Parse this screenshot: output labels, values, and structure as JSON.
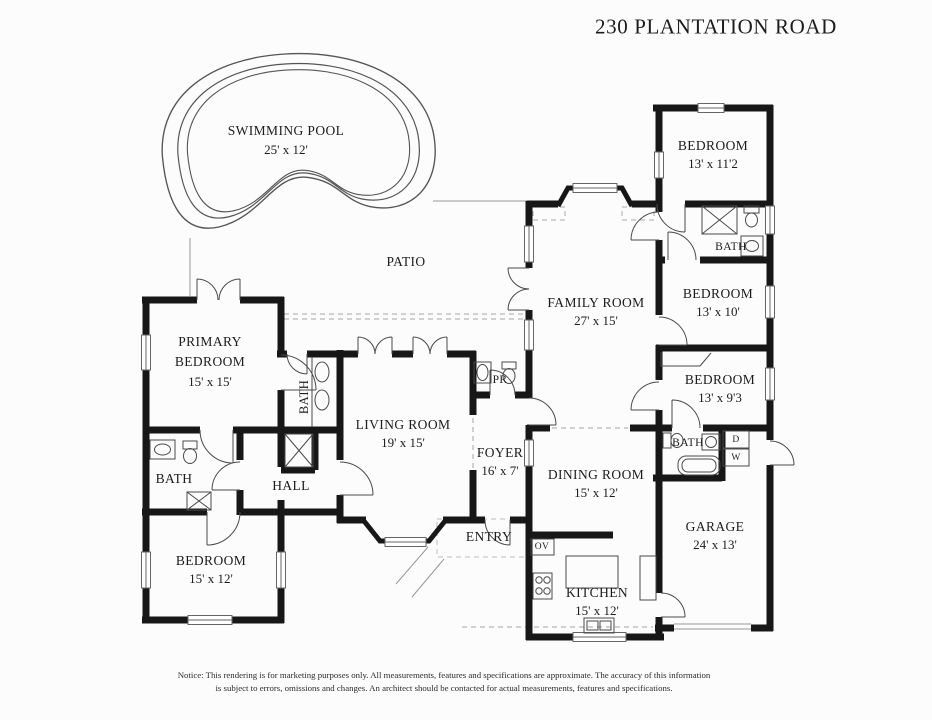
{
  "title": "230 PLANTATION ROAD",
  "rooms": {
    "swimming_pool": {
      "label": "SWIMMING POOL",
      "dims": "25' x 12'"
    },
    "patio": {
      "label": "PATIO"
    },
    "primary_bedroom": {
      "label": "PRIMARY BEDROOM",
      "dims": "15' x 15'"
    },
    "primary_bath": {
      "label": "BATH"
    },
    "bath_left": {
      "label": "BATH"
    },
    "hall": {
      "label": "HALL"
    },
    "bedroom_left": {
      "label": "BEDROOM",
      "dims": "15' x 12'"
    },
    "living_room": {
      "label": "LIVING ROOM",
      "dims": "19' x 15'"
    },
    "powder_room": {
      "label": "PR"
    },
    "foyer": {
      "label": "FOYER",
      "dims": "16' x 7'"
    },
    "entry": {
      "label": "ENTRY"
    },
    "family_room": {
      "label": "FAMILY ROOM",
      "dims": "27' x 15'"
    },
    "dining_room": {
      "label": "DINING ROOM",
      "dims": "15' x 12'"
    },
    "kitchen": {
      "label": "KITCHEN",
      "dims": "15' x 12'"
    },
    "oven": {
      "label": "OV"
    },
    "bedroom_top_right": {
      "label": "BEDROOM",
      "dims": "13' x 11'2"
    },
    "bath_top_right": {
      "label": "BATH"
    },
    "bedroom_right_2": {
      "label": "BEDROOM",
      "dims": "13' x 10'"
    },
    "bedroom_right_3": {
      "label": "BEDROOM",
      "dims": "13' x 9'3"
    },
    "bath_laundry": {
      "label": "BATH",
      "dryer": "D",
      "washer": "W"
    },
    "garage": {
      "label": "GARAGE",
      "dims": "24' x 13'"
    }
  },
  "notice": {
    "line1": "Notice: This rendering is for marketing purposes only. All measurements, features and specifications are approximate. The accuracy of this information",
    "line2": "is subject to errors, omissions and changes. An architect should be contacted for actual measurements, features and specifications."
  },
  "colors": {
    "wall": "#171717",
    "thin_line": "#4a4a4a",
    "patio_line": "#999999",
    "text": "#1c1c1c",
    "background": "#fcfcfc"
  }
}
